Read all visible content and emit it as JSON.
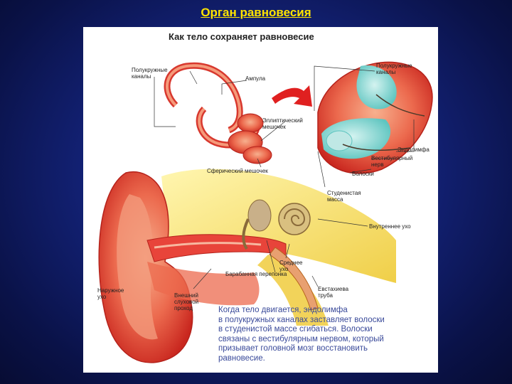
{
  "slide_title": "Орган равновесия",
  "figure": {
    "title": "Как тело сохраняет равновесие",
    "labels": {
      "semicircular_left": "Полукружные\nканалы",
      "ampulla": "Ампула",
      "semicircular_right": "Полукружные\nканалы",
      "utricle": "Эллиптический\nмешочек",
      "endolymph": "Эндолимфа",
      "vestibular_nerve": "Вестибулярный\nнерв",
      "hairs": "Волоски",
      "saccule": "Сферический мешочек",
      "gelatinous_mass": "Студенистая\nмасса",
      "inner_ear": "Внутреннее ухо",
      "eardrum": "Барабанная перепонка",
      "middle_ear": "Среднее\nухо",
      "outer_ear": "Наружное\nухо",
      "ear_canal": "Внешний\nслуховой\nпроход",
      "eustachian_tube": "Евстахиева\nтруба"
    },
    "caption": "Когда тело двигается, эндолимфа\nв полукружных каналах заставляет волоски\nв студенистой массе сгибаться. Волоски\nсвязаны с вестибулярным нервом, который\nпризывает головной мозг восстановить\nравновесие."
  },
  "colors": {
    "background": "#132277",
    "title": "#ffe400",
    "panel": "#ffffff",
    "tissue_red": "#e8443a",
    "tissue_light": "#f6a07e",
    "yellow_tissue": "#f4e06a",
    "cyan_endolymph": "#7fd3cf",
    "caption_text": "#3a4a9a"
  }
}
